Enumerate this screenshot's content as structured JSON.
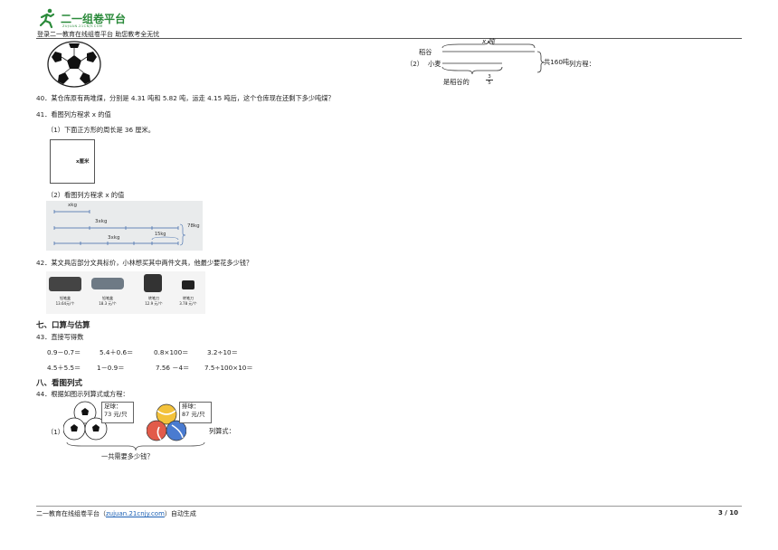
{
  "header": {
    "logo_text": "二一组卷平台",
    "logo_sub": "ZUJUAN.21CNJY.COM",
    "tagline": "登录二一教育在线组卷平台 助您教考全无忧"
  },
  "right_diagram": {
    "label_top": "x 吨",
    "row1": "稻谷",
    "row2_prefix": "（2）",
    "row2": "小麦",
    "total": "共160吨",
    "bottom": "是稻谷的",
    "frac_num": "3",
    "frac_den": "5",
    "suffix": "列方程："
  },
  "q40": "40．某仓库原有两堆煤，分别是 4.31 吨和 5.82 吨，运走 4.15 吨后，这个仓库现在还剩下多少吨煤？",
  "q41": {
    "title": "41．看图列方程求 x 的值",
    "p1": "（1）下面正方形的周长是 36 厘米。",
    "square_label": "x厘米",
    "p2": "（2）看图列方程求 x 的值",
    "bar_labels": {
      "a": "xkg",
      "b": "3xkg",
      "c": "3xkg",
      "d": "15kg",
      "total": "78kg"
    }
  },
  "q42": {
    "text": "42．某文具店部分文具标价，小林想买其中两件文具，他最少要花多少钱？",
    "items": [
      {
        "name": "铅笔盒",
        "price": "13.64元/个"
      },
      {
        "name": "铅笔盒",
        "price": "18.3 元/个"
      },
      {
        "name": "转笔刀",
        "price": "12.9 元/个"
      },
      {
        "name": "转笔刀",
        "price": "3.78 元/个"
      }
    ]
  },
  "section7": {
    "title": "七、口算与估算",
    "q43": "43．直接写得数",
    "row1": [
      "0.9－0.7＝",
      "5.4＋0.6＝",
      "0.8×100＝",
      "3.2÷10＝"
    ],
    "row2": [
      "4.5＋5.5＝",
      "1－0.9＝",
      "7.56 －4＝",
      "7.5÷100×10＝"
    ]
  },
  "section8": {
    "title": "八、看图列式",
    "q44": "44．根据如图示列算式或方程：",
    "p1": "（1）",
    "soccer_tag": [
      "足球：",
      "73 元/只"
    ],
    "volley_tag": [
      "排球：",
      "87 元/只"
    ],
    "bottom": "一共需要多少钱？",
    "answer": "列算式："
  },
  "footer": {
    "left_prefix": "二一教育在线组卷平台（",
    "link": "zujuan.21cnjy.com",
    "left_suffix": "）自动生成",
    "page": "3 / 10"
  }
}
